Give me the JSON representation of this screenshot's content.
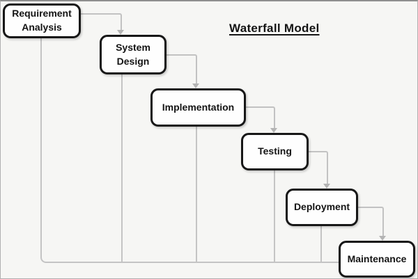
{
  "diagram": {
    "title": "Waterfall Model",
    "nodes": [
      {
        "id": "requirement-analysis",
        "label": "Requirement Analysis"
      },
      {
        "id": "system-design",
        "label": "System Design"
      },
      {
        "id": "implementation",
        "label": "Implementation"
      },
      {
        "id": "testing",
        "label": "Testing"
      },
      {
        "id": "deployment",
        "label": "Deployment"
      },
      {
        "id": "maintenance",
        "label": "Maintenance"
      }
    ],
    "flow_arrows": [
      {
        "from": "Requirement Analysis",
        "to": "System Design"
      },
      {
        "from": "System Design",
        "to": "Implementation"
      },
      {
        "from": "Implementation",
        "to": "Testing"
      },
      {
        "from": "Testing",
        "to": "Deployment"
      },
      {
        "from": "Deployment",
        "to": "Maintenance"
      }
    ],
    "feedback_lines": [
      {
        "from": "Requirement Analysis",
        "to": "Maintenance"
      },
      {
        "from": "System Design",
        "to": "Maintenance"
      },
      {
        "from": "Implementation",
        "to": "Maintenance"
      },
      {
        "from": "Testing",
        "to": "Maintenance"
      },
      {
        "from": "Deployment",
        "to": "Maintenance"
      }
    ],
    "colors": {
      "background": "#f6f6f4",
      "box_fill": "#fefefe",
      "box_border": "#171717",
      "connector": "#c2c2c2",
      "arrowhead": "#b4b4b4",
      "text": "#141414"
    }
  }
}
